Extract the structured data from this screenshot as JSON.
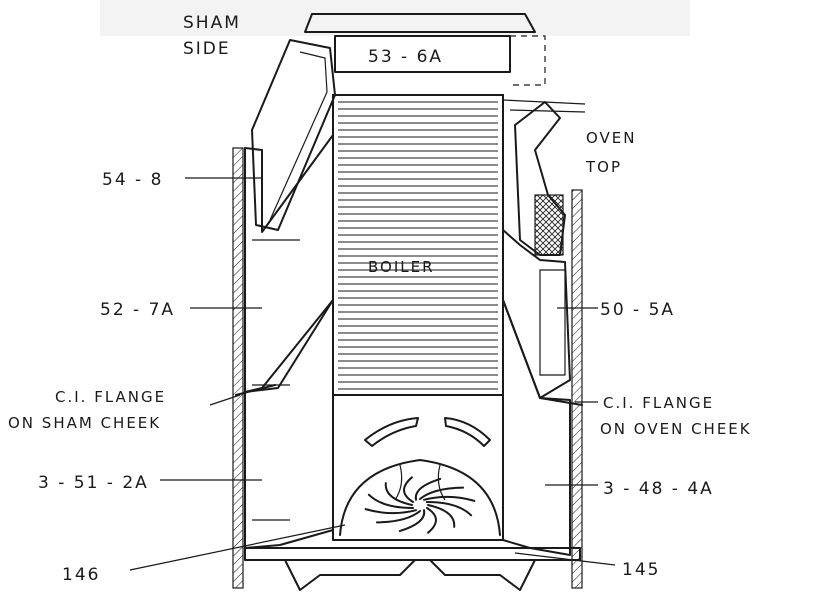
{
  "labels": {
    "sham_side_1": "SHAM",
    "sham_side_2": "SIDE",
    "top_part": "53 - 6A",
    "oven_top_1": "OVEN",
    "oven_top_2": "TOP",
    "left_upper": "54 - 8",
    "boiler": "BOILER",
    "left_middle": "52 - 7A",
    "right_middle": "50 - 5A",
    "flange_left_1": "C.I. FLANGE",
    "flange_left_2": "ON SHAM CHEEK",
    "flange_right_1": "C.I. FLANGE",
    "flange_right_2": "ON OVEN CHEEK",
    "left_lower": "3 - 51 - 2A",
    "right_lower": "3 - 48 - 4A",
    "bottom_left": "146",
    "bottom_right": "145"
  }
}
